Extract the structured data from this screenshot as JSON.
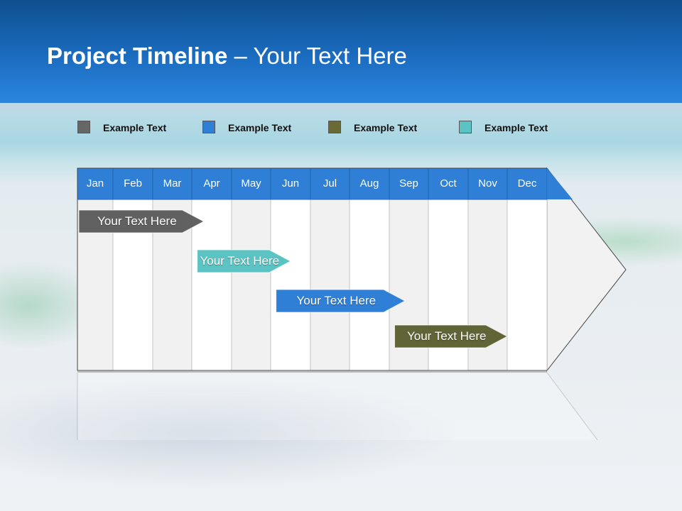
{
  "title": {
    "bold": "Project Timeline",
    "rest": " – Your Text Here"
  },
  "legend": [
    {
      "label": "Example Text",
      "color": "#666666"
    },
    {
      "label": "Example Text",
      "color": "#2f7fd6"
    },
    {
      "label": "Example Text",
      "color": "#6b6a34"
    },
    {
      "label": "Example Text",
      "color": "#5cc3c4"
    }
  ],
  "months": [
    "Jan",
    "Feb",
    "Mar",
    "Apr",
    "May",
    "Jun",
    "Jul",
    "Aug",
    "Sep",
    "Oct",
    "Nov",
    "Dec"
  ],
  "tasks": [
    {
      "label": "Your  Text Here",
      "start_month": 1,
      "end_month": 4.3,
      "color": "#616161"
    },
    {
      "label": "Your  Text Here",
      "start_month": 4.1,
      "end_month": 6.5,
      "color": "#5cc3c4"
    },
    {
      "label": "Your  Text Here",
      "start_month": 6.1,
      "end_month": 9.4,
      "color": "#2f7fd6"
    },
    {
      "label": "Your  Text Here",
      "start_month": 9.1,
      "end_month": 12.0,
      "color": "#616436"
    }
  ],
  "colors": {
    "header": "#1b6cc0",
    "month_band": "#2f7fd6",
    "column_light": "#f1f1f1",
    "column_white": "#ffffff"
  }
}
